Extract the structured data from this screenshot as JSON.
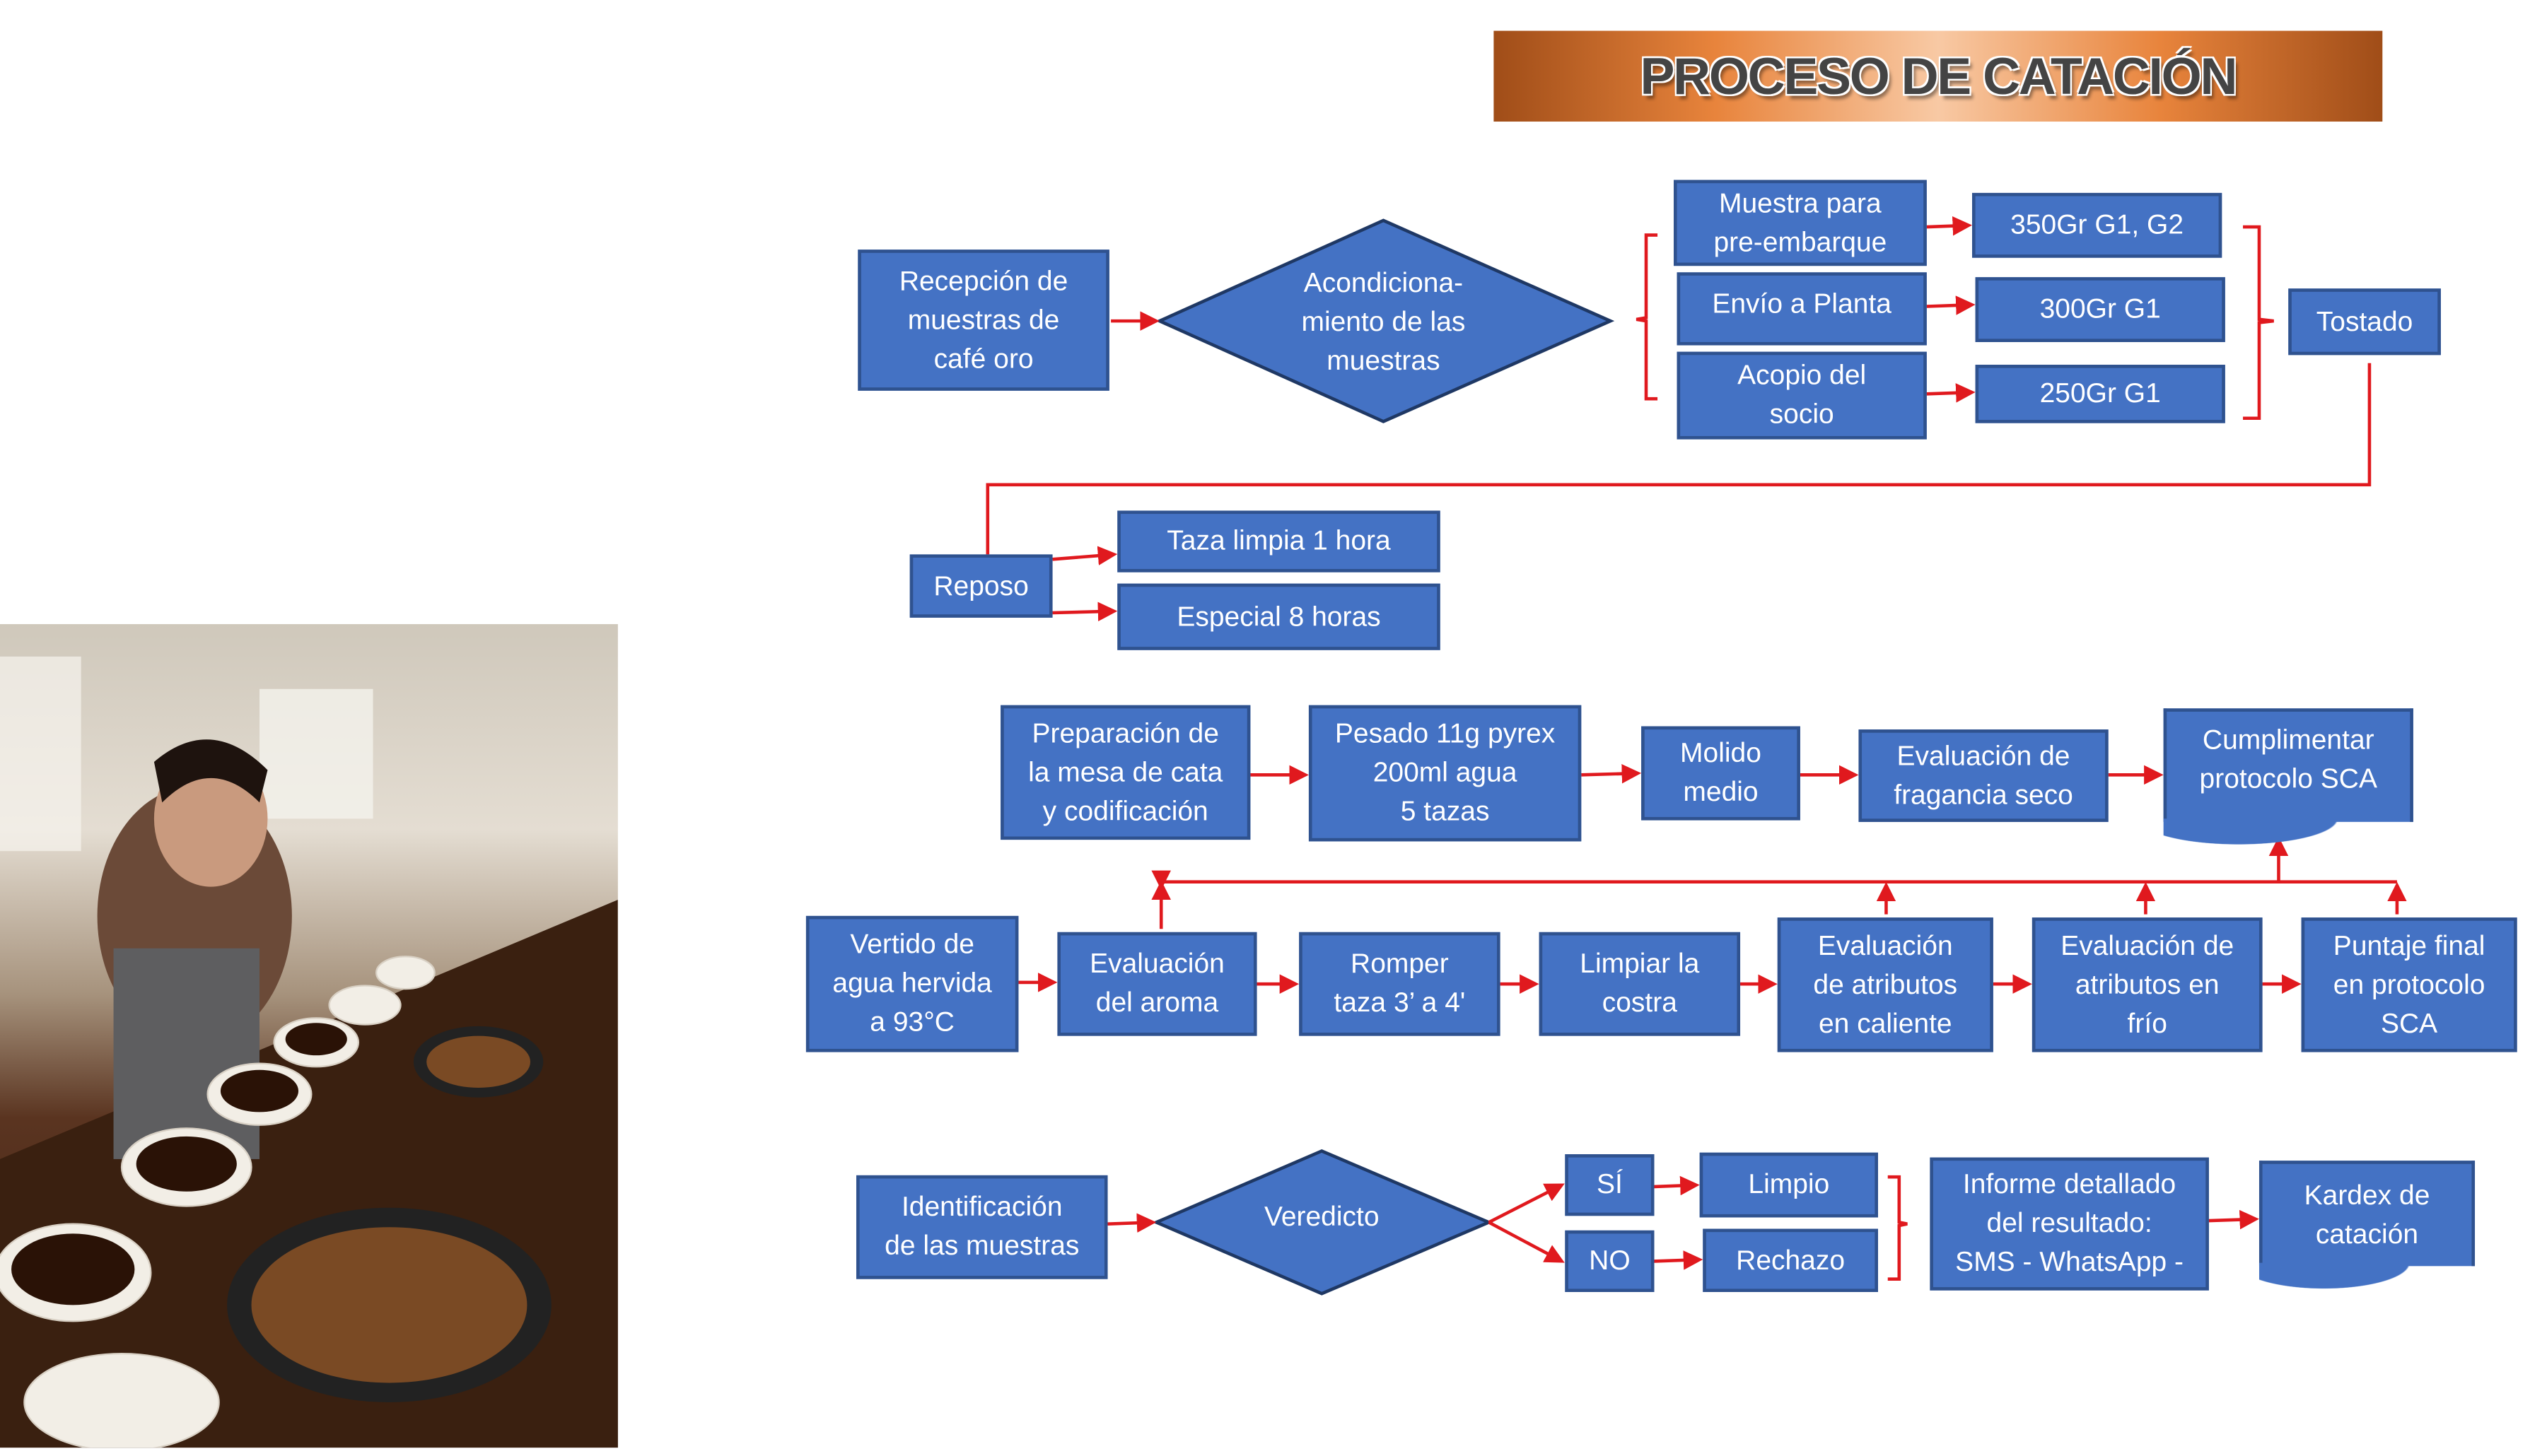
{
  "title": "PROCESO DE CATACIÓN",
  "colors": {
    "box": "#4472c4",
    "box_border": "#2f528f",
    "arrow": "#e0191e",
    "banner": "#e8843c"
  },
  "photo": {
    "description_icon": "coffee-cupping-photo"
  },
  "stage1": {
    "recepcion": "Recepción de\nmuestras de\ncafé oro",
    "acondicionamiento": "Acondiciona-\nmiento de las\nmuestras",
    "muestra": "Muestra para\npre-embarque",
    "envio": "Envío a Planta",
    "acopio": "Acopio del\nsocio",
    "g350": "350Gr G1, G2",
    "g300": "300Gr G1",
    "g250": "250Gr G1",
    "tostado": "Tostado"
  },
  "stage2": {
    "reposo": "Reposo",
    "taza": "Taza limpia 1 hora",
    "especial": "Especial 8 horas"
  },
  "stage3": {
    "preparacion": "Preparación de\nla mesa de cata\ny codificación",
    "pesado": "Pesado 11g pyrex\n200ml agua\n5 tazas",
    "molido": "Molido\nmedio",
    "fragancia": "Evaluación de\nfragancia seco",
    "cumplimentar": "Cumplimentar\nprotocolo SCA"
  },
  "stage4": {
    "vertido": "Vertido de\nagua hervida\na 93°C",
    "aroma": "Evaluación\ndel aroma",
    "romper": "Romper\ntaza 3’ a 4'",
    "limpiar": "Limpiar la\ncostra",
    "caliente": "Evaluación\nde atributos\nen caliente",
    "frio": "Evaluación de\natributos en\nfrío",
    "puntaje": "Puntaje final\nen protocolo\nSCA"
  },
  "stage5": {
    "identificacion": "Identificación\nde las muestras",
    "veredicto": "Veredicto",
    "si": "SÍ",
    "no": "NO",
    "limpio": "Limpio",
    "rechazo": "Rechazo",
    "informe": "Informe detallado\ndel resultado:\nSMS - WhatsApp -",
    "kardex": "Kardex de\ncatación"
  }
}
